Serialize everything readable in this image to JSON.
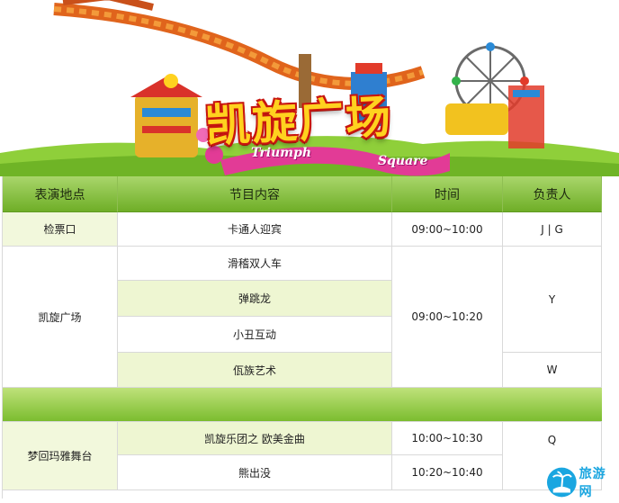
{
  "banner": {
    "title": "凯旋广场",
    "subtitle_left": "Triumph",
    "subtitle_right": "Square"
  },
  "table": {
    "headers": [
      "表演地点",
      "节目内容",
      "时间",
      "负责人"
    ],
    "rows": {
      "ticket_gate": {
        "venue": "检票口",
        "program": "卡通人迎宾",
        "time": "09:00~10:00",
        "owner": "J | G"
      },
      "triumph_square": {
        "venue": "凯旋广场",
        "programs": [
          "滑稽双人车",
          "弹跳龙",
          "小丑互动",
          "佤族艺术"
        ],
        "time": "09:00~10:20",
        "owners": [
          "Y",
          "W"
        ]
      },
      "stage": {
        "venue": "梦回玛雅舞台",
        "programs": [
          "凯旋乐团之 欧美金曲",
          "熊出没"
        ],
        "times": [
          "10:00~10:30",
          "10:20~10:40"
        ],
        "owner": "Q"
      }
    }
  },
  "watermark": {
    "text": "旅游网"
  },
  "colors": {
    "header_green": "#7bbd2f",
    "row_tint": "#f2f8dc",
    "title_yellow": "#ffd21f",
    "title_red": "#c8160f",
    "watermark_blue": "#1aa6e0"
  }
}
